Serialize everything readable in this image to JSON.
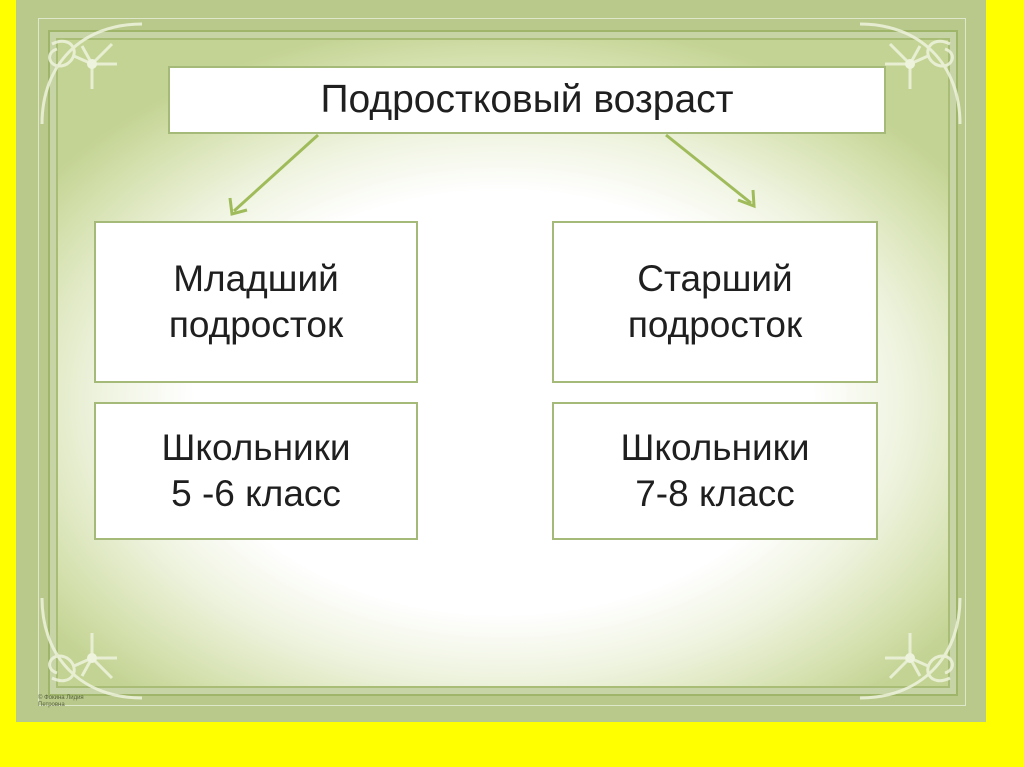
{
  "title": "Подростковый возраст",
  "left": {
    "group_line1": "Младший",
    "group_line2": "подросток",
    "grade_line1": "Школьники",
    "grade_line2": "5 -6 класс"
  },
  "right": {
    "group_line1": "Старший",
    "group_line2": "подросток",
    "grade_line1": "Школьники",
    "grade_line2": "7-8 класс"
  },
  "credit": {
    "line1": "© Фокина Лидия",
    "line2": "Петровна"
  },
  "colors": {
    "page_background": "#ffff00",
    "frame": "#b9c98c",
    "box_border": "#a5b979",
    "arrow": "#9fbb5a"
  }
}
